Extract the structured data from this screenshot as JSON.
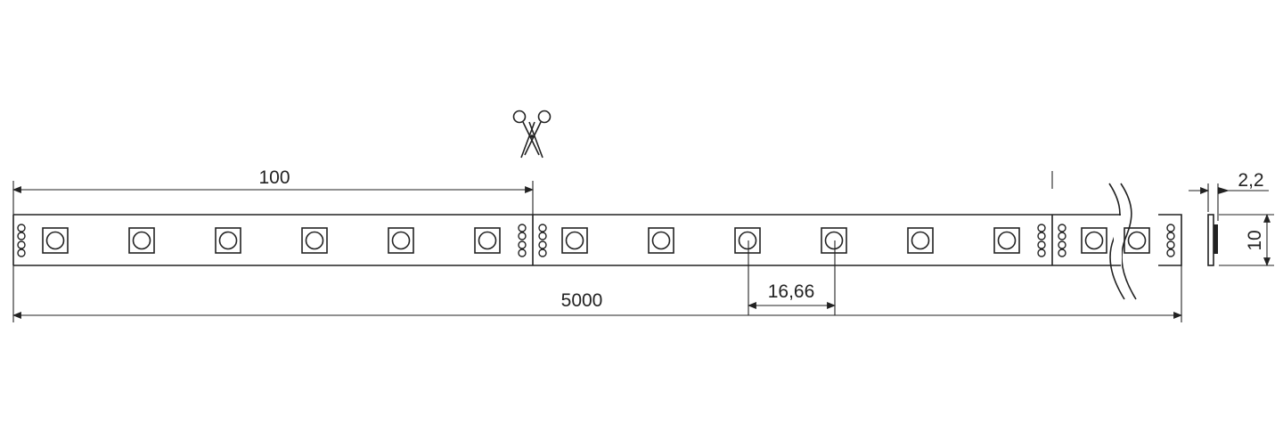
{
  "dimensions": {
    "segment_length": "100",
    "total_length": "5000",
    "led_pitch": "16,66",
    "thickness": "2,2",
    "width": "10"
  },
  "colors": {
    "stroke": "#222222",
    "background": "#ffffff"
  },
  "icons": {
    "cut_mark": "scissors-icon"
  }
}
